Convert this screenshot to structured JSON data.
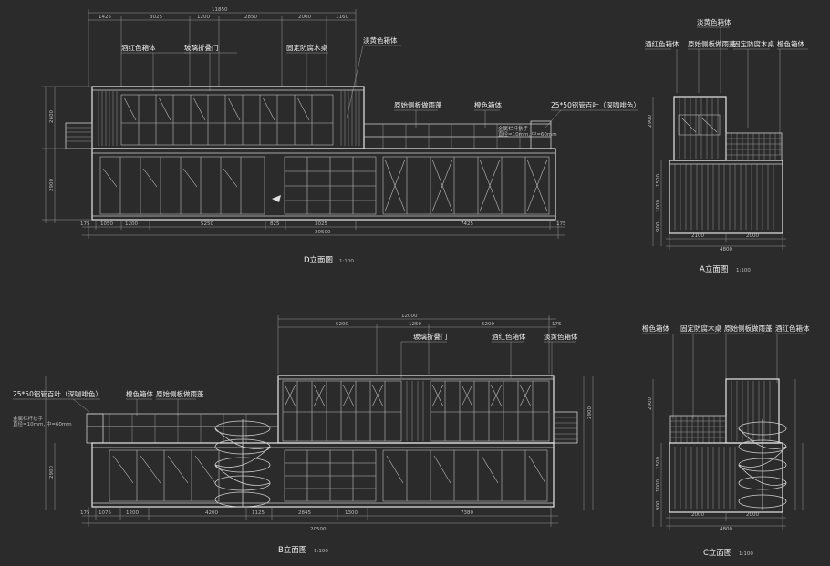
{
  "views": {
    "d": {
      "title": "D立面图",
      "scale": "1:100",
      "top_total": "11850",
      "top_dims": [
        "1425",
        "3025",
        "1200",
        "2850",
        "2000",
        "1160"
      ],
      "bottom_dims": [
        "175",
        "1050",
        "1200",
        "5250",
        "825",
        "3025",
        "7425",
        "175"
      ],
      "bottom_total": "20500",
      "left_dims": [
        "2600",
        "2900"
      ],
      "labels": {
        "wine_red_box": "酒红色箱体",
        "glass_folding_door": "玻璃折叠门",
        "fixed_wood_table": "固定防腐木桌",
        "light_yellow_box": "淡黄色箱体",
        "side_panel_canopy": "原始侧板做雨蓬",
        "orange_box": "橙色箱体",
        "louver": "25*50铝管百叶（深咖啡色）",
        "rail_note": "金属栏杆扶手",
        "rail_note2": "直径=10mm, 中=60mm"
      }
    },
    "a": {
      "title": "A立面图",
      "scale": "1:100",
      "labels": {
        "light_yellow_box": "淡黄色箱体",
        "wine_red_box": "酒红色箱体",
        "side_panel_canopy": "原始侧板做雨蓬",
        "fixed_wood_table": "固定防腐木桌",
        "orange_box": "橙色箱体"
      },
      "bottom_dims": [
        "2100",
        "2000"
      ],
      "bottom_total": "4800",
      "left_dims": [
        "2900",
        "1500",
        "1000",
        "900"
      ]
    },
    "b": {
      "title": "B立面图",
      "scale": "1:100",
      "top_total": "12000",
      "top_dims": [
        "5200",
        "1250",
        "5200",
        "175"
      ],
      "bottom_dims": [
        "175",
        "1075",
        "1200",
        "4200",
        "1125",
        "2845",
        "1300",
        "7380"
      ],
      "bottom_total": "20500",
      "left_dims": [
        "2900",
        "2900"
      ],
      "labels": {
        "louver": "25*50铝管百叶（深咖啡色）",
        "orange_box": "橙色箱体",
        "side_panel_canopy": "原始侧板做雨蓬",
        "glass_folding_door": "玻璃折叠门",
        "wine_red_box": "酒红色箱体",
        "light_yellow_box": "淡黄色箱体",
        "rail_note": "金属栏杆扶手",
        "rail_note2": "直径=10mm, 中=60mm"
      }
    },
    "c": {
      "title": "C立面图",
      "scale": "1:100",
      "labels": {
        "orange_box": "橙色箱体",
        "fixed_wood_table": "固定防腐木桌",
        "side_panel_canopy": "原始侧板做雨蓬",
        "wine_red_box": "酒红色箱体"
      },
      "bottom_dims": [
        "2000",
        "2000"
      ],
      "bottom_total": "4800",
      "left_dims": [
        "2900",
        "1500",
        "1000",
        "900"
      ]
    }
  },
  "colors": {
    "background": "#2b2b2b",
    "lines": "#cfcfcf",
    "text": "#e0e0e0"
  }
}
